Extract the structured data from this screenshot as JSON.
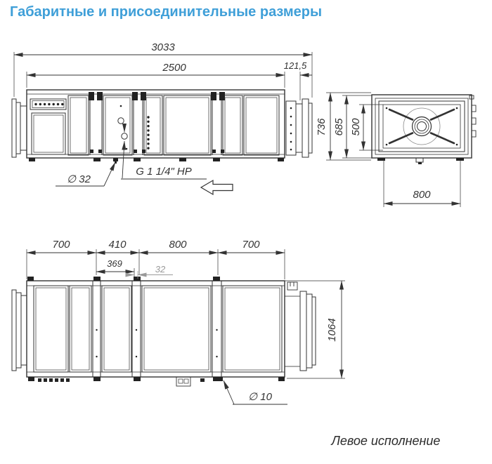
{
  "title": "Габаритные и присоединительные размеры",
  "accent_color": "#3f9fd8",
  "drawing": {
    "side_view": {
      "dim_total_length": "3033",
      "dim_body_length": "2500",
      "dim_right_offset": "121,5",
      "label_drain": "∅ 32",
      "label_pipe": "G 1 1/4\" НР"
    },
    "end_view": {
      "dim_height_outer": "736",
      "dim_height_casing": "685",
      "dim_height_opening": "500",
      "dim_width": "800"
    },
    "top_view": {
      "dim_section_1": "700",
      "dim_section_2": "410",
      "dim_section_3": "800",
      "dim_section_4": "700",
      "dim_drain": "369",
      "dim_gap": "32",
      "dim_width": "1064",
      "label_hole": "∅ 10"
    },
    "footer_note": "Левое исполнение"
  }
}
